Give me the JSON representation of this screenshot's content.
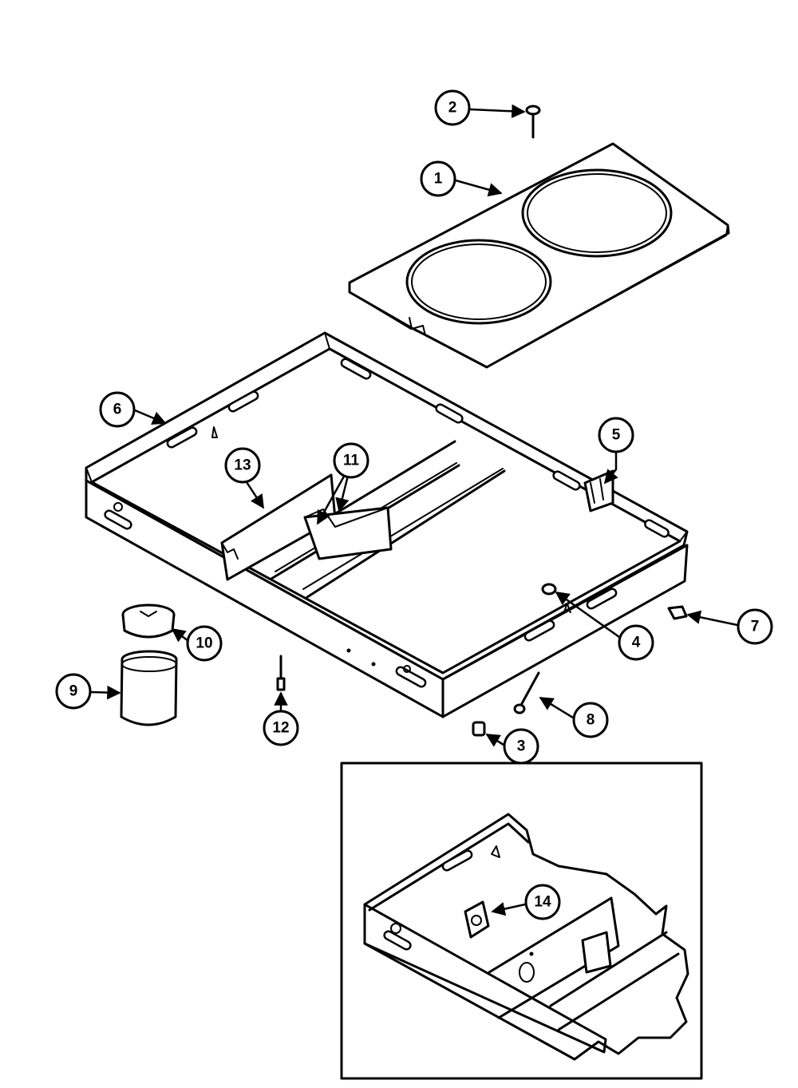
{
  "callouts": {
    "c1": "1",
    "c2": "2",
    "c3": "3",
    "c4": "4",
    "c5": "5",
    "c6": "6",
    "c7": "7",
    "c8": "8",
    "c9": "9",
    "c10": "10",
    "c11": "11",
    "c12": "12",
    "c13": "13",
    "c14": "14"
  },
  "pan_mark": "A"
}
